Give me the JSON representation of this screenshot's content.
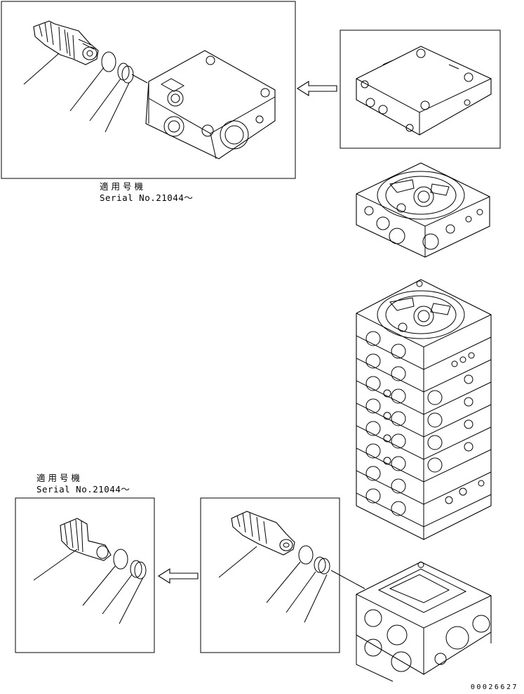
{
  "diagram": {
    "top_label": {
      "applicable_models": "適用号機",
      "serial": "Serial No.21044～"
    },
    "bottom_label": {
      "applicable_models": "適用号機",
      "serial": "Serial No.21044～"
    },
    "document_id": "00026627"
  }
}
